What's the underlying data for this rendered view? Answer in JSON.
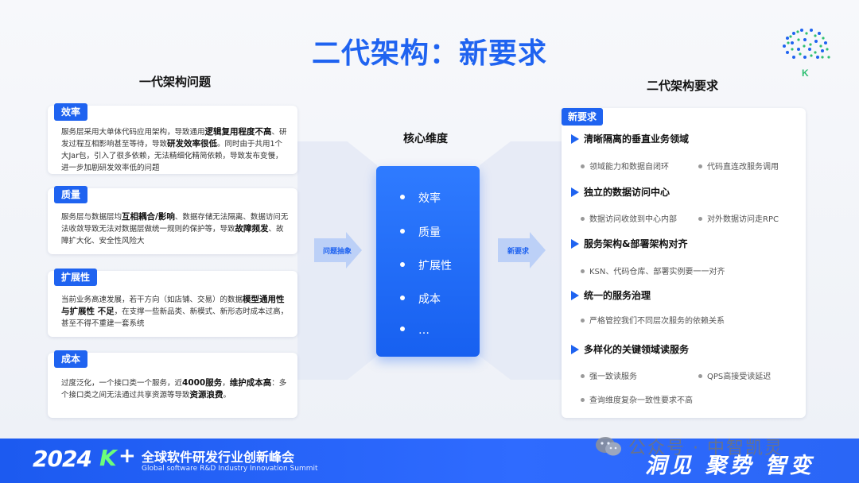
{
  "title": "二代架构：新要求",
  "left_heading": "一代架构问题",
  "right_heading": "二代架构要求",
  "problems": [
    {
      "tag": "效率",
      "segments": [
        {
          "t": "服务层采用大单体代码应用架构，导致通用",
          "b": false
        },
        {
          "t": "逻辑复用程度不高",
          "b": true
        },
        {
          "t": "、研发过程互相影响甚至等待，导致",
          "b": false
        },
        {
          "t": "研发效率很低",
          "b": true
        },
        {
          "t": "。同时由于共用1个大Jar包，引入了很多依赖，无法精细化精简依赖，导致发布变慢，进一步加剧研发效率低的问题",
          "b": false
        }
      ]
    },
    {
      "tag": "质量",
      "segments": [
        {
          "t": "服务层与数据层均",
          "b": false
        },
        {
          "t": "互相耦合/影响",
          "b": true
        },
        {
          "t": "、数据存储无法隔离、数据访问无法收敛导致无法对数据层做统一规则的保护等，导致",
          "b": false
        },
        {
          "t": "故障频发",
          "b": true
        },
        {
          "t": "、故障扩大化、安全性风险大",
          "b": false
        }
      ]
    },
    {
      "tag": "扩展性",
      "segments": [
        {
          "t": "当前业务高速发展，若干方向（如店铺、交易）的数据",
          "b": false
        },
        {
          "t": "模型通用性与扩展性 不足",
          "b": true
        },
        {
          "t": "，在支撑一些新品类、新模式、新形态时成本过高，甚至不得不重建一套系统",
          "b": false
        }
      ]
    },
    {
      "tag": "成本",
      "segments": [
        {
          "t": "过度泛化，一个接口类一个服务，近",
          "b": false
        },
        {
          "t": "4000服务",
          "b": true
        },
        {
          "t": "，",
          "b": false
        },
        {
          "t": "维护成本高",
          "b": true
        },
        {
          "t": "：多个接口类之间无法通过共享资源等导致",
          "b": false
        },
        {
          "t": "资源浪费",
          "b": true
        },
        {
          "t": "。",
          "b": false
        }
      ]
    }
  ],
  "arrow_left_label": "问题抽象",
  "arrow_right_label": "新要求",
  "core": {
    "title": "核心维度",
    "items": [
      "效率",
      "质量",
      "扩展性",
      "成本",
      "…"
    ]
  },
  "requirements": {
    "tag": "新要求",
    "sections": [
      {
        "title": "清晰隔离的垂直业务领域",
        "subs": [
          "领域能力和数据自闭环",
          "代码直连改服务调用"
        ]
      },
      {
        "title": "独立的数据访问中心",
        "subs": [
          "数据访问收敛到中心内部",
          "对外数据访问走RPC"
        ]
      },
      {
        "title": "服务架构&部署架构对齐",
        "subs": [
          "KSN、代码仓库、部署实例要一一对齐"
        ]
      },
      {
        "title": "统一的服务治理",
        "subs": [
          "严格管控我们不同层次服务的依赖关系"
        ]
      },
      {
        "title": "多样化的关键领域读服务",
        "subs": [
          "强一致读服务",
          "QPS高接受读延迟",
          "查询维度复杂一致性要求不高"
        ]
      }
    ]
  },
  "footer": {
    "year": "2024",
    "k": "K",
    "plus": "+",
    "name_cn": "全球软件研发行业创新峰会",
    "name_en": "Global software R&D Industry Innovation Summit",
    "slogan": "洞见 聚势 智变"
  },
  "watermark": "公众号 · 中智凯灵",
  "logo_letter": "K",
  "colors": {
    "accent": "#1f63f0",
    "green": "#2fbf71",
    "footer": "#1c5af0"
  }
}
